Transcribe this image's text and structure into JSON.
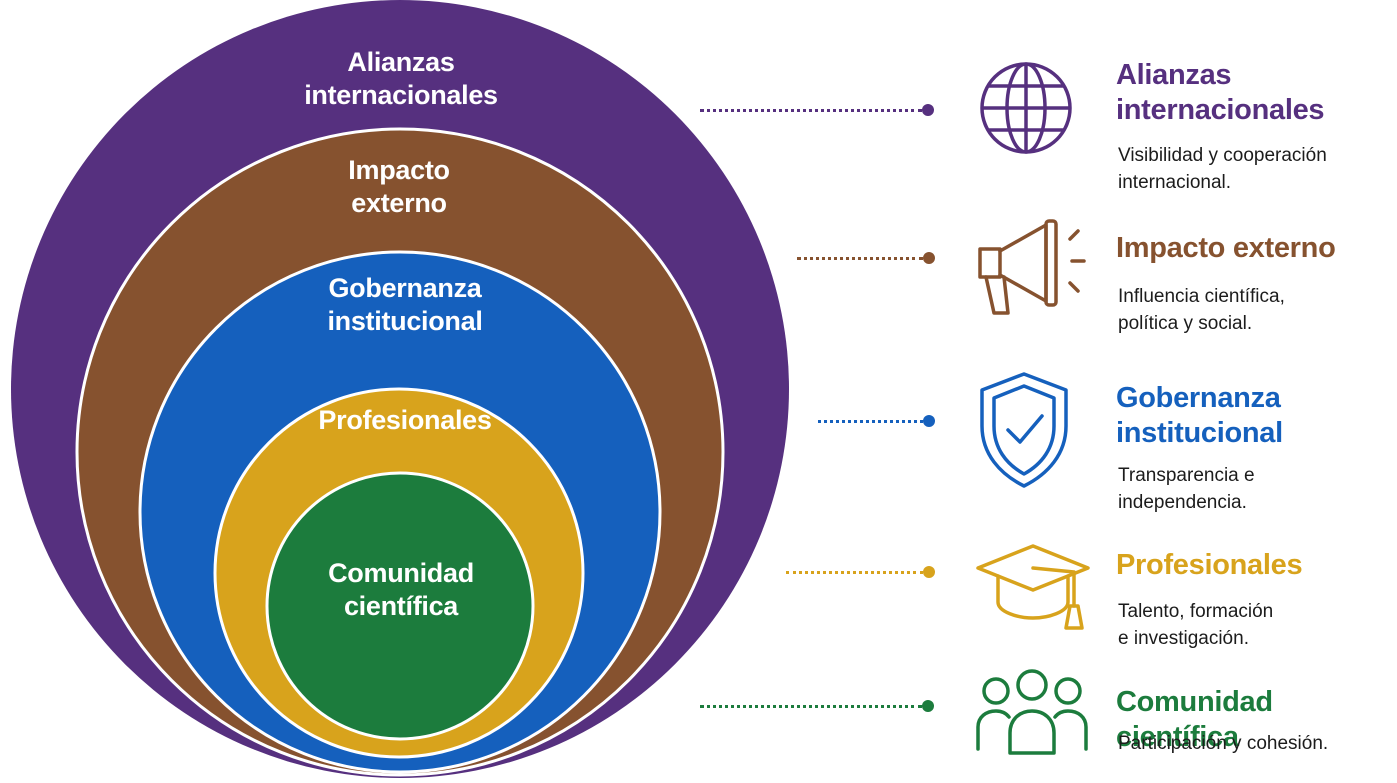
{
  "colors": {
    "alianzas": "#56307f",
    "impacto": "#86522f",
    "gobernanza": "#1560bd",
    "profesionales": "#d8a31c",
    "comunidad": "#1c7c3d"
  },
  "rings": [
    {
      "id": "alianzas",
      "lines": [
        "Alianzas",
        "internacionales"
      ]
    },
    {
      "id": "impacto",
      "lines": [
        "Impacto",
        "externo"
      ]
    },
    {
      "id": "gobernanza",
      "lines": [
        "Gobernanza",
        "institucional"
      ]
    },
    {
      "id": "profesionales",
      "lines": [
        "Profesionales"
      ]
    },
    {
      "id": "comunidad",
      "lines": [
        "Comunidad",
        "científica"
      ]
    }
  ],
  "legend": [
    {
      "id": "alianzas",
      "icon": "globe-icon",
      "title_lines": [
        "Alianzas",
        "internacionales"
      ],
      "desc_lines": [
        "Visibilidad y cooperación",
        "internacional."
      ]
    },
    {
      "id": "impacto",
      "icon": "megaphone-icon",
      "title_lines": [
        "Impacto externo"
      ],
      "desc_lines": [
        "Influencia científica,",
        "política y social."
      ]
    },
    {
      "id": "gobernanza",
      "icon": "shield-check-icon",
      "title_lines": [
        "Gobernanza",
        "institucional"
      ],
      "desc_lines": [
        "Transparencia e",
        "independencia."
      ]
    },
    {
      "id": "profesionales",
      "icon": "graduation-cap-icon",
      "title_lines": [
        "Profesionales"
      ],
      "desc_lines": [
        "Talento, formación",
        "e investigación."
      ]
    },
    {
      "id": "comunidad",
      "icon": "people-group-icon",
      "title_lines": [
        "Comunidad científica"
      ],
      "desc_lines": [
        "Participación y cohesión."
      ]
    }
  ]
}
